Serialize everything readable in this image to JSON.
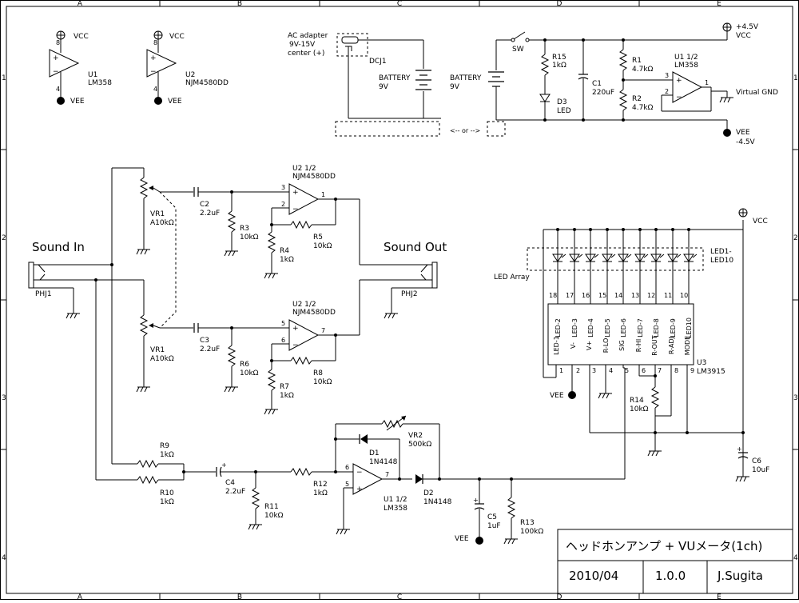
{
  "border": {
    "columns": [
      "A",
      "B",
      "C",
      "D",
      "E"
    ],
    "rows": [
      "1",
      "2",
      "3",
      "4"
    ]
  },
  "power_top": {
    "u1_vcc": "VCC",
    "u1_vee": "VEE",
    "u1_ref": "U1",
    "u1_part": "LM358",
    "u2_vcc": "VCC",
    "u2_vee": "VEE",
    "u2_ref": "U2",
    "u2_part": "NJM4580DD",
    "pin8": "8",
    "pin4": "4"
  },
  "supply": {
    "ac_label": "AC adapter",
    "ac_range": "9V-15V",
    "ac_center": "center (+)",
    "dcj": "DCJ1",
    "battery1": "BATTERY",
    "battery1_v": "9V",
    "or_text": "<-- or -->",
    "battery2": "BATTERY",
    "battery2_v": "9V",
    "sw": "SW",
    "r15": "R15",
    "r15_v": "1kΩ",
    "d3": "D3",
    "d3_v": "LED",
    "c1": "C1",
    "c1_v": "220uF",
    "r1": "R1",
    "r1_v": "4.7kΩ",
    "r2": "R2",
    "r2_v": "4.7kΩ",
    "u1h": "U1 1/2",
    "u1h_part": "LM358",
    "pin3": "3",
    "pin2": "2",
    "pin1": "1",
    "plus45": "+4.5V",
    "vcc": "VCC",
    "vgnd": "Virtual GND",
    "vee": "VEE",
    "minus45": "-4.5V"
  },
  "audio": {
    "sound_in": "Sound In",
    "sound_out": "Sound Out",
    "phj1": "PHJ1",
    "phj2": "PHJ2",
    "vr1a": "VR1",
    "vr1a_v": "A10kΩ",
    "vr1b": "VR1",
    "vr1b_v": "A10kΩ",
    "c2": "C2",
    "c2_v": "2.2uF",
    "c3": "C3",
    "c3_v": "2.2uF",
    "r3": "R3",
    "r3_v": "10kΩ",
    "r4": "R4",
    "r4_v": "1kΩ",
    "r5": "R5",
    "r5_v": "10kΩ",
    "r6": "R6",
    "r6_v": "10kΩ",
    "r7": "R7",
    "r7_v": "1kΩ",
    "r8": "R8",
    "r8_v": "10kΩ",
    "u2a": "U2 1/2",
    "u2a_part": "NJM4580DD",
    "u2b": "U2 1/2",
    "u2b_part": "NJM4580DD",
    "p3": "3",
    "p2": "2",
    "p1": "1",
    "p5": "5",
    "p6": "6",
    "p7": "7"
  },
  "vu": {
    "r9": "R9",
    "r9_v": "1kΩ",
    "r10": "R10",
    "r10_v": "1kΩ",
    "c4": "C4",
    "c4_v": "2.2uF",
    "r11": "R11",
    "r11_v": "10kΩ",
    "r12": "R12",
    "r12_v": "1kΩ",
    "vr2": "VR2",
    "vr2_v": "500kΩ",
    "d1": "D1",
    "d1_v": "1N4148",
    "d2": "D2",
    "d2_v": "1N4148",
    "u1h": "U1 1/2",
    "u1h_part": "LM358",
    "p6": "6",
    "p5": "5",
    "p7": "7",
    "c5": "C5",
    "c5_v": "1uF",
    "r13": "R13",
    "r13_v": "100kΩ",
    "vee": "VEE"
  },
  "led": {
    "array_label": "LED Array",
    "led_ref": "LED1-",
    "led_ref2": "LED10",
    "vcc": "VCC",
    "top_pins": [
      "18",
      "17",
      "16",
      "15",
      "14",
      "13",
      "12",
      "11",
      "10"
    ],
    "top_names": [
      "LED-2",
      "LED-3",
      "LED-4",
      "LED-5",
      "LED-6",
      "LED-7",
      "LED-8",
      "LED-9",
      "LED10"
    ],
    "bot_names": [
      "LED-1",
      "V-",
      "V+",
      "R-LO",
      "SIG",
      "R-HI",
      "R-OUT",
      "R-ADJ",
      "MODE"
    ],
    "bot_pins": [
      "1",
      "2",
      "3",
      "4",
      "5",
      "6",
      "7",
      "8",
      "9"
    ],
    "u3": "U3",
    "u3_part": "LM3915",
    "vee": "VEE",
    "r14": "R14",
    "r14_v": "10kΩ",
    "c6": "C6",
    "c6_v": "10uF"
  },
  "title_block": {
    "title": "ヘッドホンアンプ + VUメータ(1ch)",
    "date": "2010/04",
    "version": "1.0.0",
    "author": "J.Sugita"
  }
}
